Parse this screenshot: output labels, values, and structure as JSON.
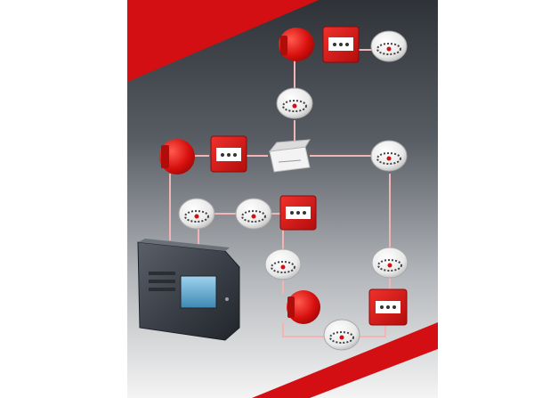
{
  "diagram": {
    "kind": "addressable fire alarm loop",
    "colors": {
      "accent_red": "#d40f14",
      "cable": "#f2b4b4",
      "device_white": "#f1f1f1",
      "panel_dark": "#3b4049",
      "background_top": "#3f434a",
      "background_bottom": "#f2f2f2"
    },
    "devices": [
      {
        "id": "sounder-1",
        "type": "sounder"
      },
      {
        "id": "call-point-1",
        "type": "manual-call-point"
      },
      {
        "id": "detector-1",
        "type": "smoke-detector"
      },
      {
        "id": "detector-2",
        "type": "smoke-detector"
      },
      {
        "id": "sounder-2",
        "type": "sounder"
      },
      {
        "id": "call-point-2",
        "type": "manual-call-point"
      },
      {
        "id": "junction-box",
        "type": "interface-module"
      },
      {
        "id": "detector-3",
        "type": "smoke-detector"
      },
      {
        "id": "detector-4",
        "type": "smoke-detector"
      },
      {
        "id": "detector-5",
        "type": "smoke-detector"
      },
      {
        "id": "call-point-3",
        "type": "manual-call-point"
      },
      {
        "id": "detector-6",
        "type": "smoke-detector"
      },
      {
        "id": "detector-7",
        "type": "smoke-detector"
      },
      {
        "id": "sounder-3",
        "type": "sounder"
      },
      {
        "id": "detector-8",
        "type": "smoke-detector"
      },
      {
        "id": "call-point-4",
        "type": "manual-call-point"
      },
      {
        "id": "control-panel",
        "type": "fire-alarm-control-panel"
      }
    ]
  }
}
